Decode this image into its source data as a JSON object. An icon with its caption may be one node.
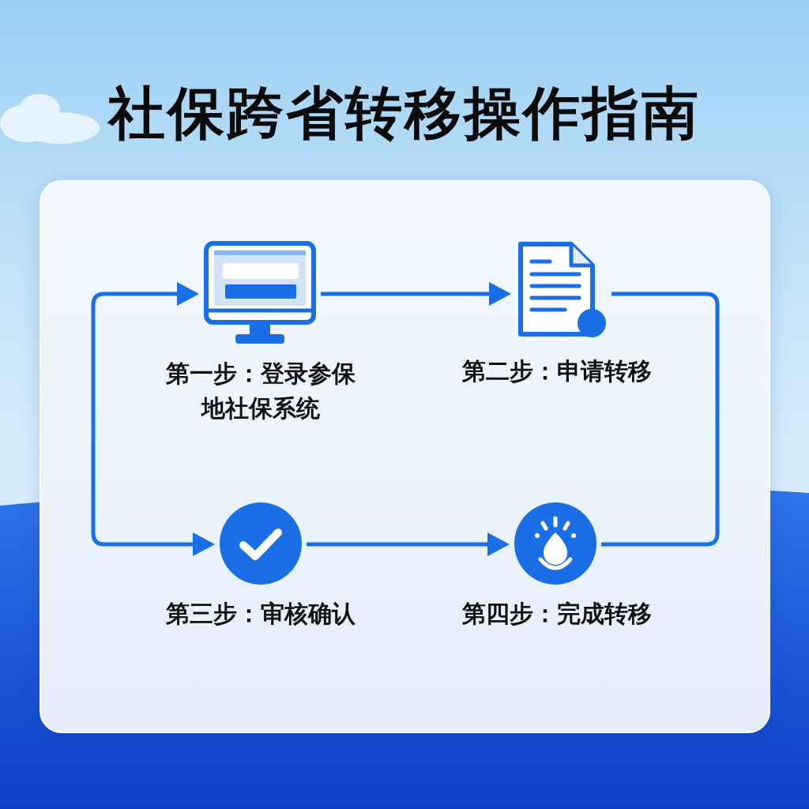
{
  "diagram": {
    "title": "社保跨省转移操作指南",
    "nodes": [
      {
        "text": [
          "第一步：登录参保地社保系统"
        ]
      },
      {
        "text": [
          "第二步：申请转移"
        ]
      },
      {
        "text": [
          "第三步：审核确认"
        ]
      },
      {
        "text": [
          "第四步：完成转移"
        ]
      }
    ],
    "edges": [
      {
        "from": 0,
        "to": 1,
        "arrow": "to"
      },
      {
        "from": 1,
        "to": 3,
        "arrow": "none"
      },
      {
        "from": 2,
        "to": 3,
        "arrow": "to"
      },
      {
        "from": 2,
        "to": 0,
        "arrow": "both"
      }
    ]
  }
}
